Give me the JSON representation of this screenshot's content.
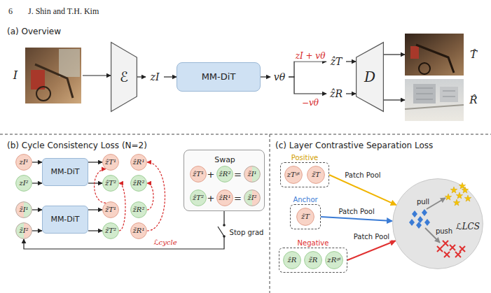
{
  "diagram": {
    "nodes": [
      {
        "text": [
          "I"
        ]
      },
      {
        "text": [
          "ℰ"
        ]
      },
      {
        "text": [
          "zI"
        ]
      },
      {
        "text": [
          "MM-DiT"
        ]
      },
      {
        "text": [
          "vθ"
        ]
      },
      {
        "text": [
          "ẑT"
        ]
      },
      {
        "text": [
          "ẑR"
        ]
      },
      {
        "text": [
          "D"
        ]
      },
      {
        "text": [
          "T̂"
        ]
      },
      {
        "text": [
          "R̂"
        ]
      },
      {
        "text": [
          "zI¹"
        ]
      },
      {
        "text": [
          "zI²"
        ]
      },
      {
        "text": [
          "MM-DiT"
        ]
      },
      {
        "text": [
          "ẑT¹"
        ]
      },
      {
        "text": [
          "ẑR¹"
        ]
      },
      {
        "text": [
          "ẑT²"
        ]
      },
      {
        "text": [
          "ẑR²"
        ]
      },
      {
        "text": [
          "Swap"
        ]
      },
      {
        "text": [
          "ẑT¹"
        ],
        "in": 17
      },
      {
        "text": [
          "ẑR²"
        ],
        "in": 17
      },
      {
        "text": [
          "z̃I¹"
        ],
        "in": 17
      },
      {
        "text": [
          "ẑT²"
        ],
        "in": 17
      },
      {
        "text": [
          "ẑR¹"
        ],
        "in": 17
      },
      {
        "text": [
          "z̃I²"
        ],
        "in": 17
      },
      {
        "text": [
          "z̃I¹"
        ]
      },
      {
        "text": [
          "z̃I²"
        ]
      },
      {
        "text": [
          "MM-DiT"
        ]
      },
      {
        "text": [
          "z̃T¹"
        ]
      },
      {
        "text": [
          "z̃R²"
        ]
      },
      {
        "text": [
          "z̃T²"
        ]
      },
      {
        "text": [
          "z̃R¹"
        ]
      },
      {
        "text": [
          "Positive"
        ]
      },
      {
        "text": [
          "zTᵍᵗ"
        ],
        "in": 31
      },
      {
        "text": [
          "z̃T"
        ],
        "in": 31
      },
      {
        "text": [
          "Anchor"
        ]
      },
      {
        "text": [
          "ẑT"
        ],
        "in": 34
      },
      {
        "text": [
          "Negative"
        ]
      },
      {
        "text": [
          "ẑR"
        ],
        "in": 36
      },
      {
        "text": [
          "z̃R"
        ],
        "in": 36
      },
      {
        "text": [
          "zRᵍᵗ"
        ],
        "in": 36
      },
      {
        "text": [
          "pull",
          "push",
          "ℒLCS"
        ]
      }
    ],
    "edges": [
      {
        "from": 0,
        "to": 1,
        "arrow": "to"
      },
      {
        "from": 1,
        "to": 2,
        "arrow": "to"
      },
      {
        "from": 2,
        "to": 3,
        "arrow": "to"
      },
      {
        "from": 3,
        "to": 4,
        "arrow": "to"
      },
      {
        "from": 4,
        "to": 5,
        "label": "zI + vθ",
        "arrow": "to"
      },
      {
        "from": 4,
        "to": 6,
        "label": "−vθ",
        "arrow": "to"
      },
      {
        "from": 5,
        "to": 7,
        "arrow": "to"
      },
      {
        "from": 6,
        "to": 7,
        "arrow": "to"
      },
      {
        "from": 7,
        "to": 8,
        "arrow": "to"
      },
      {
        "from": 7,
        "to": 9,
        "arrow": "to"
      },
      {
        "from": 10,
        "to": 12,
        "arrow": "to"
      },
      {
        "from": 11,
        "to": 12,
        "arrow": "to"
      },
      {
        "from": 12,
        "to": 13,
        "arrow": "to"
      },
      {
        "from": 12,
        "to": 15,
        "arrow": "to"
      },
      {
        "from": 24,
        "to": 26,
        "arrow": "to"
      },
      {
        "from": 25,
        "to": 26,
        "arrow": "to"
      },
      {
        "from": 26,
        "to": 27,
        "arrow": "to"
      },
      {
        "from": 26,
        "to": 29,
        "arrow": "to"
      },
      {
        "from": 27,
        "to": 13,
        "arrow": "to"
      },
      {
        "from": 29,
        "to": 15,
        "arrow": "to"
      },
      {
        "from": 28,
        "to": 16,
        "arrow": "to"
      },
      {
        "from": 30,
        "to": 14,
        "arrow": "to"
      },
      {
        "from": 17,
        "to": 25,
        "label": "Stop grad",
        "arrow": "to"
      },
      {
        "from": 31,
        "to": 40,
        "label": "Patch Pool",
        "arrow": "to"
      },
      {
        "from": 34,
        "to": 40,
        "label": "Patch Pool",
        "arrow": "to"
      },
      {
        "from": 36,
        "to": 40,
        "label": "Patch Pool",
        "arrow": "to"
      }
    ],
    "labels": [
      "6",
      "J. Shin and T.H. Kim",
      "(a) Overview",
      "(b) Cycle Consistency Loss (N=2)",
      "(c) Layer Contrastive Separation Loss",
      "+",
      "=",
      "+",
      "=",
      "ℒcycle"
    ]
  }
}
